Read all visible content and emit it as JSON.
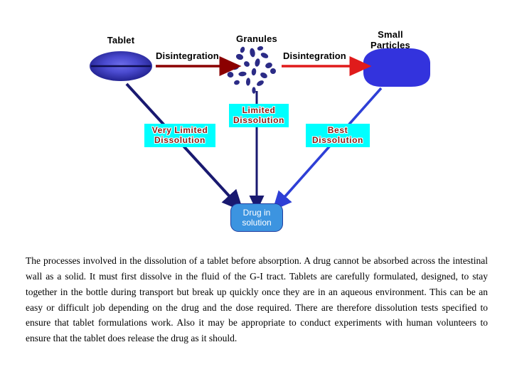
{
  "slide": {
    "background": "#ffffff",
    "diagram": {
      "nodes": [
        {
          "id": "tablet",
          "caption": "Tablet",
          "shape": "ellipse",
          "color": "#2a2aa8"
        },
        {
          "id": "granules",
          "caption": "Granules",
          "shape": "particle-cluster",
          "color": "#2b2b86"
        },
        {
          "id": "small-particles",
          "caption": "Small\nParticles",
          "shape": "blob",
          "color": "#3333dd"
        },
        {
          "id": "drug-in-solution",
          "caption": "Drug in\nsolution",
          "shape": "rounded-box",
          "color": "#3c94e0"
        }
      ],
      "process_arrows": [
        {
          "id": "disintegration-1",
          "label": "Disintegration",
          "color": "#8b0000",
          "from": "tablet",
          "to": "granules"
        },
        {
          "id": "disintegration-2",
          "label": "Disintegration",
          "color": "#e01b1b",
          "from": "granules",
          "to": "small-particles"
        }
      ],
      "dissolution_arrows": [
        {
          "id": "very-limited-dissolution",
          "label": "Very Limited\nDissolution",
          "color": "#191970",
          "from": "tablet",
          "to": "drug-in-solution"
        },
        {
          "id": "limited-dissolution",
          "label": "Limited\nDissolution",
          "color": "#191970",
          "from": "granules",
          "to": "drug-in-solution"
        },
        {
          "id": "best-dissolution",
          "label": "Best\nDissolution",
          "color": "#2e3fd6",
          "from": "small-particles",
          "to": "drug-in-solution"
        }
      ],
      "label_style": {
        "background": "#00ffff",
        "text_color": "#8b1a10",
        "outline_color": "#ffffff"
      }
    }
  },
  "body": {
    "paragraph": "The processes involved in the dissolution of a tablet before absorption. A drug cannot be absorbed across the intestinal wall as a solid. It must first dissolve in the fluid of the G-I tract. Tablets are carefully formulated, designed, to stay together in the bottle during transport but break up quickly once they are in an aqueous environment. This can be an easy or difficult job depending on the drug and the dose required. There are therefore dissolution tests specified to ensure that tablet formulations work. Also it may be appropriate to conduct experiments with human volunteers to ensure that the tablet does release the drug as it should."
  }
}
